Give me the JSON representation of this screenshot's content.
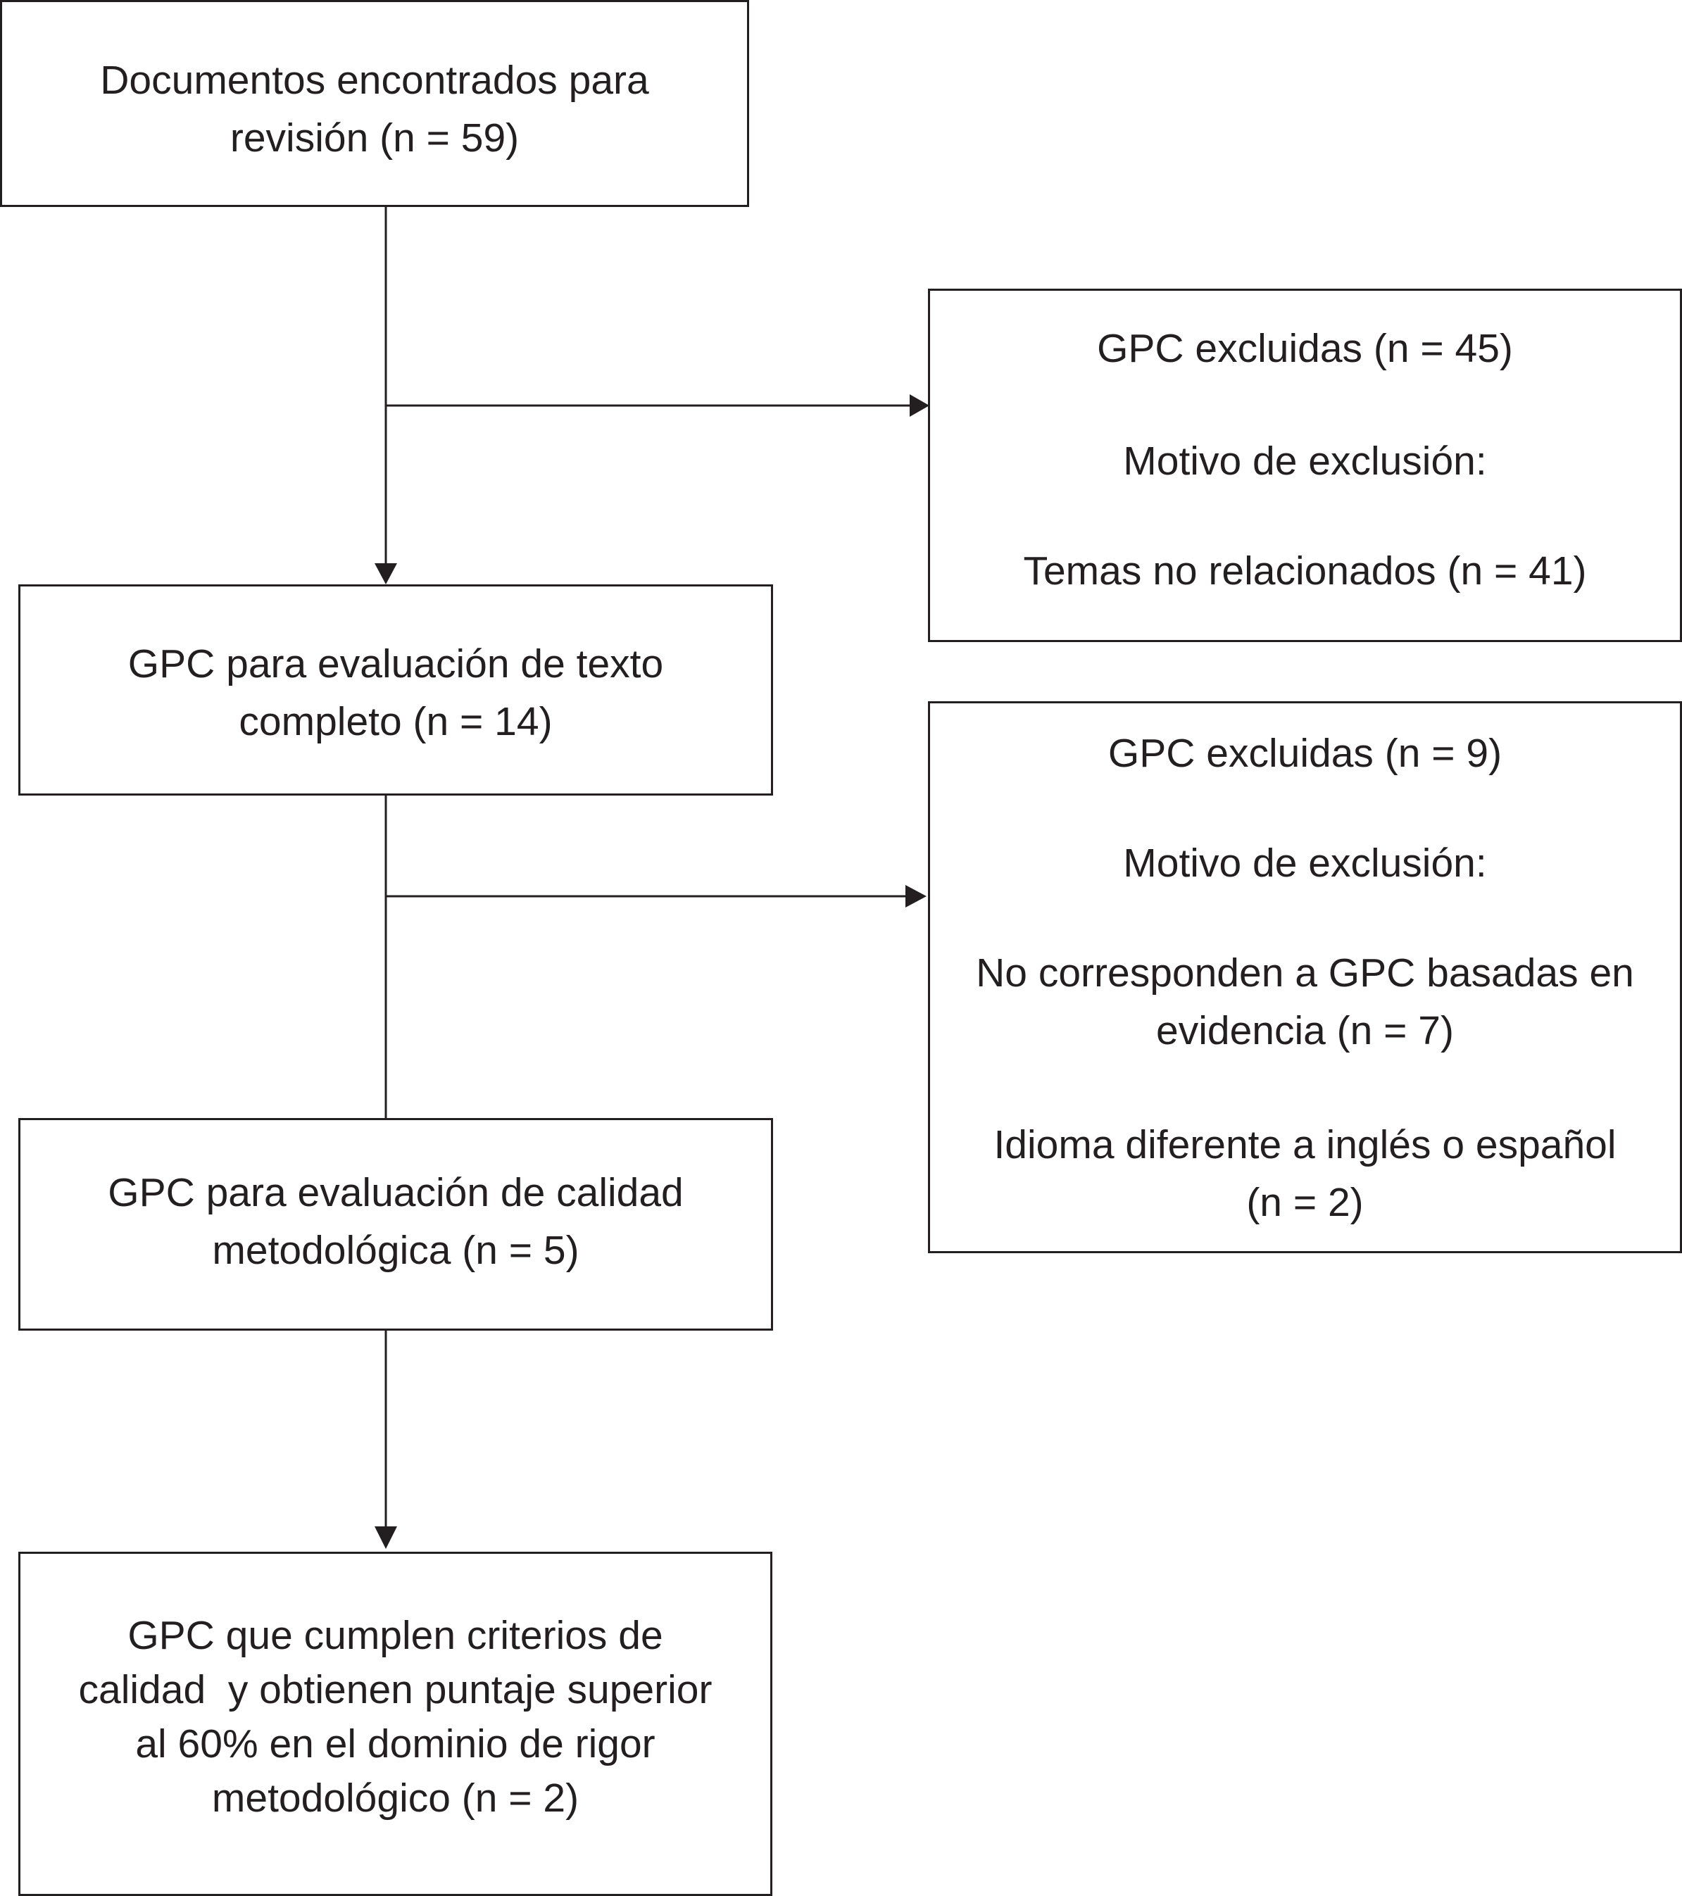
{
  "diagram": {
    "type": "flowchart",
    "colors": {
      "stroke": "#231f20",
      "text": "#231f20",
      "background": "#ffffff"
    },
    "boxes": {
      "documentos": {
        "lines": [
          "Documentos encontrados para",
          "revisión (n = 59)"
        ]
      },
      "excluidas1": {
        "title": "GPC excluidas (n = 45)",
        "motivo": "Motivo de exclusión:",
        "reason": "Temas no relacionados (n = 41)"
      },
      "texto_completo": {
        "lines": [
          "GPC para evaluación de texto",
          "completo (n = 14)"
        ]
      },
      "excluidas2": {
        "title": "GPC excluidas (n = 9)",
        "motivo": "Motivo de exclusión:",
        "reason1": [
          "No corresponden a GPC basadas en",
          "evidencia (n = 7)"
        ],
        "reason2": [
          "Idioma diferente a inglés o español",
          "(n = 2)"
        ]
      },
      "calidad": {
        "lines": [
          "GPC para evaluación de calidad",
          "metodológica (n = 5)"
        ]
      },
      "final": {
        "lines": [
          "GPC que cumplen criterios de",
          "calidad  y obtienen puntaje superior",
          "al 60% en el dominio de rigor",
          "metodológico (n = 2)"
        ]
      }
    },
    "edges": [
      {
        "from": "documentos",
        "to": "texto_completo"
      },
      {
        "from": "documentos",
        "to": "excluidas1"
      },
      {
        "from": "texto_completo",
        "to": "calidad"
      },
      {
        "from": "texto_completo",
        "to": "excluidas2"
      },
      {
        "from": "calidad",
        "to": "final"
      }
    ]
  }
}
